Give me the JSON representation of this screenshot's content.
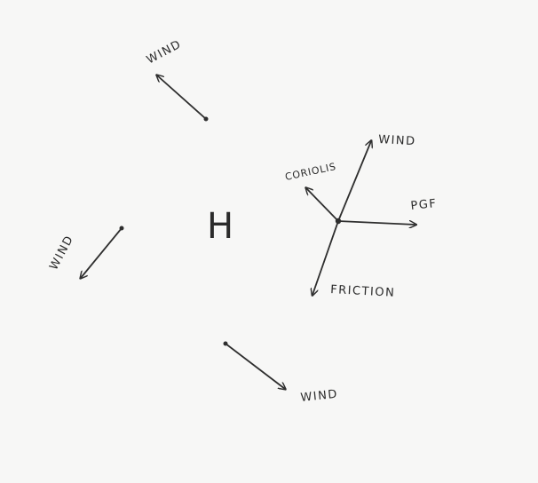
{
  "center_label": "H",
  "wind_labels": {
    "top": "WIND",
    "left": "WIND",
    "bottom": "WIND"
  },
  "force_diagram": {
    "wind": "WIND",
    "coriolis": "CORIOLIS",
    "pgf": "PGF",
    "friction": "FRICTION"
  },
  "colors": {
    "ink": "#2e2e2e",
    "paper": "#f7f7f6"
  }
}
